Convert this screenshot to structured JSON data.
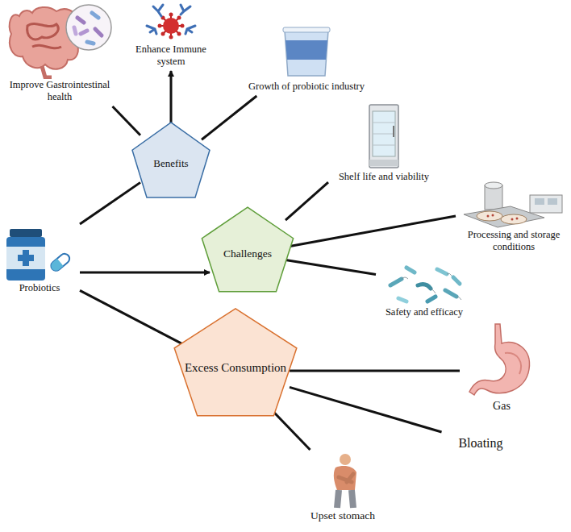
{
  "diagram": {
    "nodes": [
      {
        "text": [
          "Improve Gastrointestinal health"
        ]
      },
      {
        "text": [
          "Enhance Immune system"
        ]
      },
      {
        "text": [
          "Growth of probiotic industry"
        ]
      },
      {
        "text": [
          "Benefits"
        ]
      },
      {
        "text": [
          "Shelf life and viability"
        ]
      },
      {
        "text": [
          "Probiotics"
        ]
      },
      {
        "text": [
          "Challenges"
        ]
      },
      {
        "text": [
          "Processing and storage conditions"
        ]
      },
      {
        "text": [
          "Safety and efficacy"
        ]
      },
      {
        "text": [
          "Excess Consumption"
        ]
      },
      {
        "text": [
          "Gas"
        ]
      },
      {
        "text": [
          "Bloating"
        ]
      },
      {
        "text": [
          "Upset stomach"
        ]
      }
    ],
    "edges": [
      {
        "from": 5,
        "to": 3,
        "arrow": "none"
      },
      {
        "from": 5,
        "to": 6,
        "arrow": "to"
      },
      {
        "from": 5,
        "to": 9,
        "arrow": "none"
      },
      {
        "from": 3,
        "to": 0,
        "arrow": "none"
      },
      {
        "from": 3,
        "to": 1,
        "arrow": "to"
      },
      {
        "from": 3,
        "to": 2,
        "arrow": "none"
      },
      {
        "from": 6,
        "to": 4,
        "arrow": "none"
      },
      {
        "from": 6,
        "to": 7,
        "arrow": "none"
      },
      {
        "from": 6,
        "to": 8,
        "arrow": "none"
      },
      {
        "from": 9,
        "to": 10,
        "arrow": "none"
      },
      {
        "from": 9,
        "to": 11,
        "arrow": "none"
      },
      {
        "from": 9,
        "to": 12,
        "arrow": "none"
      }
    ]
  }
}
